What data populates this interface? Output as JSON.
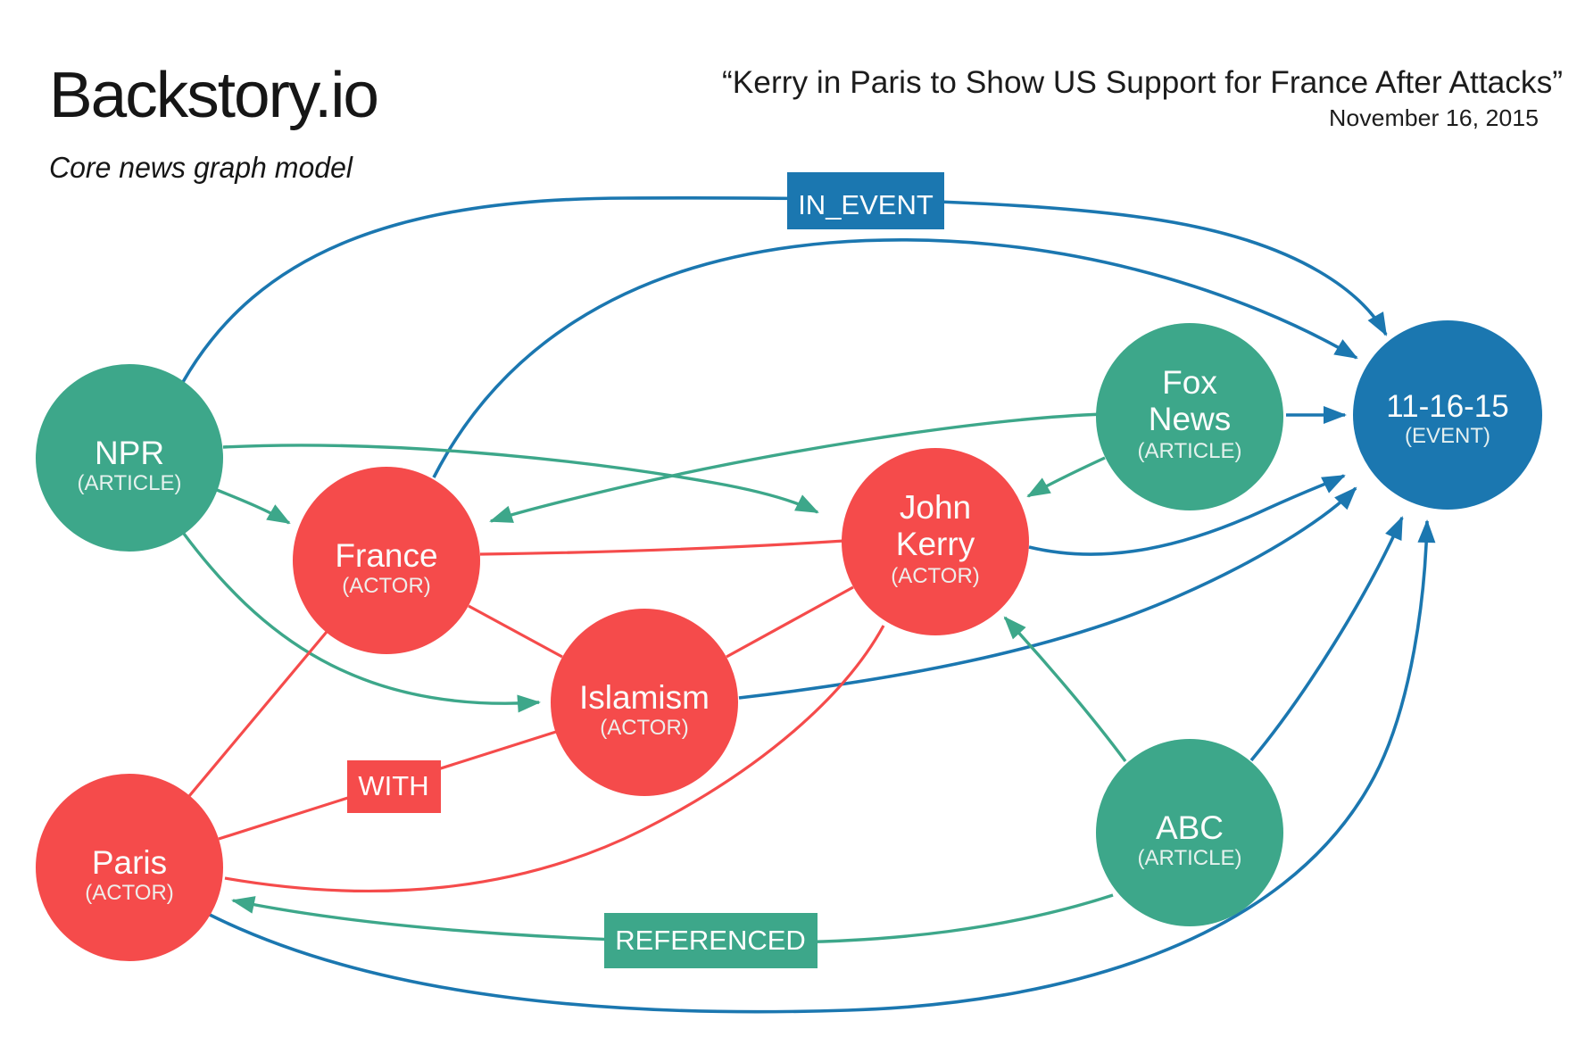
{
  "header": {
    "logo": "Backstory.io",
    "tagline": "Core news graph model",
    "article_title": "“Kerry in Paris to Show US Support for France After Attacks”",
    "article_date": "November 16, 2015"
  },
  "colors": {
    "article_green": "#3DA78A",
    "actor_red": "#F54B4B",
    "event_blue": "#1B77B0",
    "text_black": "#161616",
    "background": "#FFFFFF"
  },
  "edge_labels": {
    "in_event": "IN_EVENT",
    "with": "WITH",
    "referenced": "REFERENCED"
  },
  "nodes": {
    "npr": {
      "label": "NPR",
      "sublabel": "(ARTICLE)",
      "type": "article"
    },
    "france": {
      "label": "France",
      "sublabel": "(ACTOR)",
      "type": "actor"
    },
    "islamism": {
      "label": "Islamism",
      "sublabel": "(ACTOR)",
      "type": "actor"
    },
    "kerry": {
      "label_line1": "John",
      "label_line2": "Kerry",
      "sublabel": "(ACTOR)",
      "type": "actor"
    },
    "fox": {
      "label_line1": "Fox",
      "label_line2": "News",
      "sublabel": "(ARTICLE)",
      "type": "article"
    },
    "event": {
      "label": "11-16-15",
      "sublabel": "(EVENT)",
      "type": "event"
    },
    "abc": {
      "label": "ABC",
      "sublabel": "(ARTICLE)",
      "type": "article"
    },
    "paris": {
      "label": "Paris",
      "sublabel": "(ACTOR)",
      "type": "actor"
    }
  },
  "edges": [
    {
      "source": "NPR",
      "target": "11-16-15",
      "relation": "IN_EVENT"
    },
    {
      "source": "France",
      "target": "11-16-15",
      "relation": "IN_EVENT"
    },
    {
      "source": "Fox News",
      "target": "11-16-15",
      "relation": "IN_EVENT"
    },
    {
      "source": "John Kerry",
      "target": "11-16-15",
      "relation": "IN_EVENT"
    },
    {
      "source": "Islamism",
      "target": "11-16-15",
      "relation": "IN_EVENT"
    },
    {
      "source": "Paris",
      "target": "11-16-15",
      "relation": "IN_EVENT"
    },
    {
      "source": "ABC",
      "target": "11-16-15",
      "relation": "IN_EVENT"
    },
    {
      "source": "NPR",
      "target": "France",
      "relation": "REFERENCED"
    },
    {
      "source": "NPR",
      "target": "Islamism",
      "relation": "REFERENCED"
    },
    {
      "source": "NPR",
      "target": "John Kerry",
      "relation": "REFERENCED"
    },
    {
      "source": "Fox News",
      "target": "France",
      "relation": "REFERENCED"
    },
    {
      "source": "Fox News",
      "target": "John Kerry",
      "relation": "REFERENCED"
    },
    {
      "source": "ABC",
      "target": "John Kerry",
      "relation": "REFERENCED"
    },
    {
      "source": "ABC",
      "target": "Paris",
      "relation": "REFERENCED"
    },
    {
      "source": "France",
      "target": "Paris",
      "relation": "WITH"
    },
    {
      "source": "France",
      "target": "Islamism",
      "relation": "WITH"
    },
    {
      "source": "France",
      "target": "John Kerry",
      "relation": "WITH"
    },
    {
      "source": "Paris",
      "target": "Islamism",
      "relation": "WITH"
    },
    {
      "source": "Paris",
      "target": "John Kerry",
      "relation": "WITH"
    },
    {
      "source": "Islamism",
      "target": "John Kerry",
      "relation": "WITH"
    }
  ]
}
